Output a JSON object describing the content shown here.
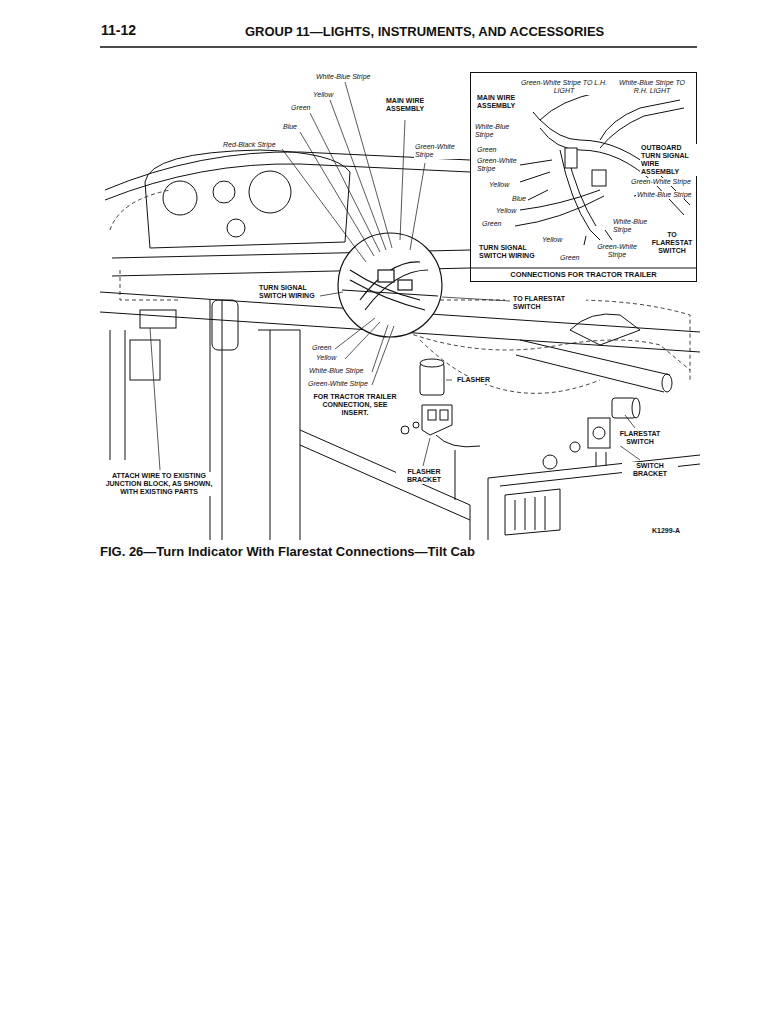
{
  "diagram": {
    "title": "GROUP 11—LIGHTS, INSTRUMENTS, AND ACCESSORIES",
    "caption": "FIG. 26—Turn Indicator With Flarestat Connections—Tilt Cab",
    "nodes": [
      {
        "text": [
          "CONNECTIONS FOR TRACTOR TRAILER"
        ]
      }
    ],
    "labels": [
      "11-12",
      "White-Blue Stripe",
      "Yellow",
      "Green",
      "Blue",
      "Red-Black Stripe",
      "MAIN WIRE ASSEMBLY",
      "Green-White Stripe",
      "TURN SIGNAL SWITCH WIRING",
      "Green",
      "Yellow",
      "White-Blue Stripe",
      "Green-White Stripe",
      "FOR TRACTOR TRAILER CONNECTION, SEE INSERT.",
      "FLASHER",
      "FLASHER BRACKET",
      "TO FLARESTAT SWITCH",
      "FLARESTAT SWITCH",
      "SWITCH BRACKET",
      "ATTACH WIRE TO EXISTING JUNCTION BLOCK, AS SHOWN, WITH EXISTING PARTS",
      "K1299-A",
      "Green-White Stripe TO L.H. LIGHT",
      "White-Blue Stripe TO R.H. LIGHT",
      "MAIN WIRE ASSEMBLY",
      "White-Blue Stripe",
      "Green",
      "Green-White Stripe",
      "Yellow",
      "Blue",
      "Yellow",
      "Green",
      "OUTBOARD TURN SIGNAL WIRE ASSEMBLY",
      "Green-White Stripe",
      "White-Blue Stripe",
      "White-Blue Stripe",
      "TO FLARESTAT SWITCH",
      "Yellow",
      "TURN SIGNAL SWITCH WIRING",
      "Green",
      "Green-White Stripe"
    ]
  }
}
